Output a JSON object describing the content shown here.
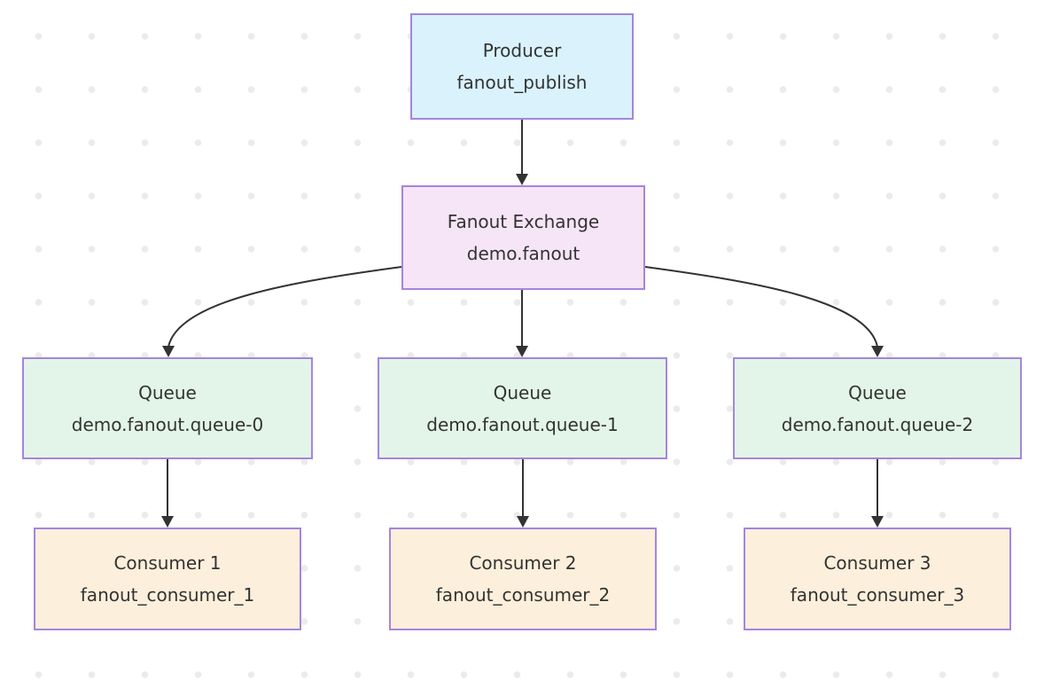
{
  "diagram": {
    "type": "flowchart",
    "nodes": {
      "producer": {
        "line1": "Producer",
        "line2": "fanout_publish"
      },
      "exchange": {
        "line1": "Fanout Exchange",
        "line2": "demo.fanout"
      },
      "queue0": {
        "line1": "Queue",
        "line2": "demo.fanout.queue-0"
      },
      "queue1": {
        "line1": "Queue",
        "line2": "demo.fanout.queue-1"
      },
      "queue2": {
        "line1": "Queue",
        "line2": "demo.fanout.queue-2"
      },
      "consumer1": {
        "line1": "Consumer 1",
        "line2": "fanout_consumer_1"
      },
      "consumer2": {
        "line1": "Consumer 2",
        "line2": "fanout_consumer_2"
      },
      "consumer3": {
        "line1": "Consumer 3",
        "line2": "fanout_consumer_3"
      }
    },
    "edges": [
      {
        "from": "producer",
        "to": "exchange"
      },
      {
        "from": "exchange",
        "to": "queue0"
      },
      {
        "from": "exchange",
        "to": "queue1"
      },
      {
        "from": "exchange",
        "to": "queue2"
      },
      {
        "from": "queue0",
        "to": "consumer1"
      },
      {
        "from": "queue1",
        "to": "consumer2"
      },
      {
        "from": "queue2",
        "to": "consumer3"
      }
    ],
    "colors": {
      "producer_fill": "#d9f2fb",
      "exchange_fill": "#f6e4f7",
      "queue_fill": "#e3f5e8",
      "consumer_fill": "#fcefdb",
      "node_border": "#a585dd",
      "edge": "#333333",
      "text": "#333333",
      "dot": "#ebebeb",
      "background": "#ffffff"
    }
  }
}
